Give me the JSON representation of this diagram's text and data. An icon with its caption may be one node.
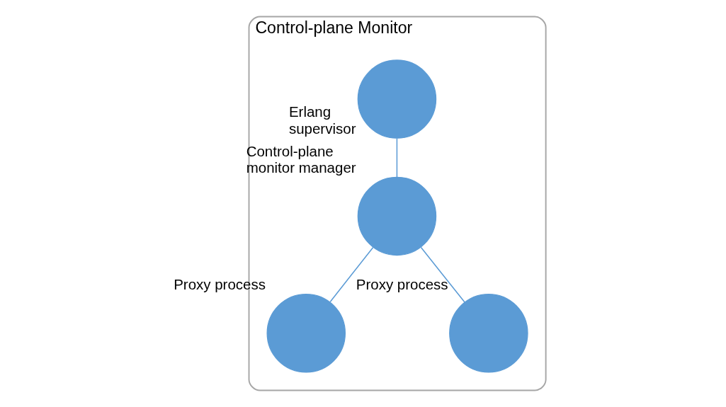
{
  "diagram": {
    "nodes": [
      {
        "text": [
          "Control-plane Monitor"
        ]
      },
      {
        "text": [],
        "shape": "circle",
        "beside": [
          "Erlang supervisor"
        ],
        "in": 0
      },
      {
        "text": [],
        "shape": "circle",
        "beside": [
          "Control-plane monitor manager"
        ],
        "in": 0
      },
      {
        "text": [],
        "shape": "circle",
        "beside": [
          "Proxy process"
        ],
        "in": 0
      },
      {
        "text": [],
        "shape": "circle",
        "beside": [
          "Proxy process"
        ],
        "in": 0
      }
    ],
    "edges": [
      {
        "from": 1,
        "to": 2,
        "arrow": "none"
      },
      {
        "from": 2,
        "to": 3,
        "arrow": "none"
      },
      {
        "from": 2,
        "to": 4,
        "arrow": "none"
      }
    ]
  }
}
